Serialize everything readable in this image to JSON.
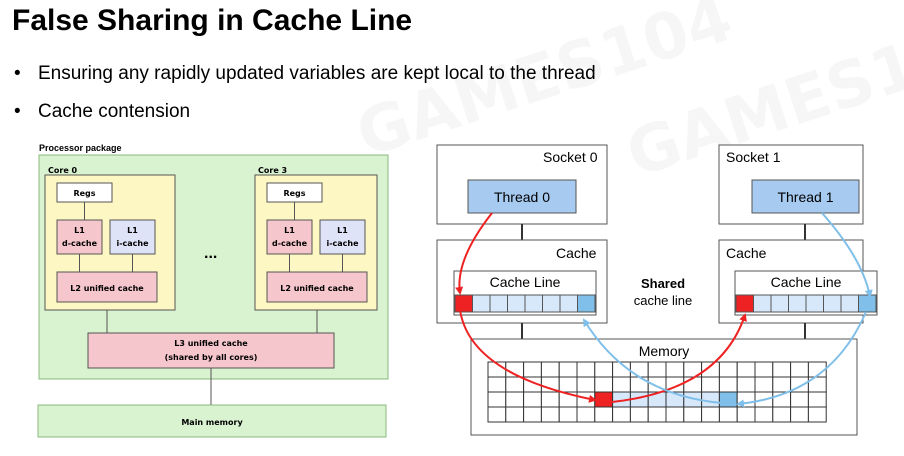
{
  "title": "False Sharing in Cache Line",
  "bullets": [
    "Ensuring any rapidly updated variables are kept local to the thread",
    "Cache contension"
  ],
  "watermark": "GAMES104",
  "left_diagram": {
    "package_label": "Processor package",
    "cores": [
      {
        "name": "Core 0",
        "regs": "Regs",
        "l1d": [
          "L1",
          "d-cache"
        ],
        "l1i": [
          "L1",
          "i-cache"
        ],
        "l2": "L2 unified cache"
      },
      {
        "name": "Core 3",
        "regs": "Regs",
        "l1d": [
          "L1",
          "d-cache"
        ],
        "l1i": [
          "L1",
          "i-cache"
        ],
        "l2": "L2 unified cache"
      }
    ],
    "ellipsis": "...",
    "l3": [
      "L3 unified cache",
      "(shared by all cores)"
    ],
    "main_memory": "Main memory"
  },
  "right_diagram": {
    "sockets": [
      {
        "name": "Socket 0",
        "thread": "Thread 0",
        "cache": "Cache",
        "cache_line": "Cache Line"
      },
      {
        "name": "Socket 1",
        "thread": "Thread 1",
        "cache": "Cache",
        "cache_line": "Cache Line"
      }
    ],
    "shared_label": [
      "Shared",
      "cache line"
    ],
    "memory_label": "Memory",
    "colors": {
      "red": "#ee2222",
      "blue": "#7fbfea",
      "thread_fill": "#a6caf0",
      "cell_fill": "#d7e8fb",
      "pkg_fill": "#d9f2d0",
      "core_fill": "#fdf7c3",
      "cache_fill": "#f5c6cb"
    }
  }
}
